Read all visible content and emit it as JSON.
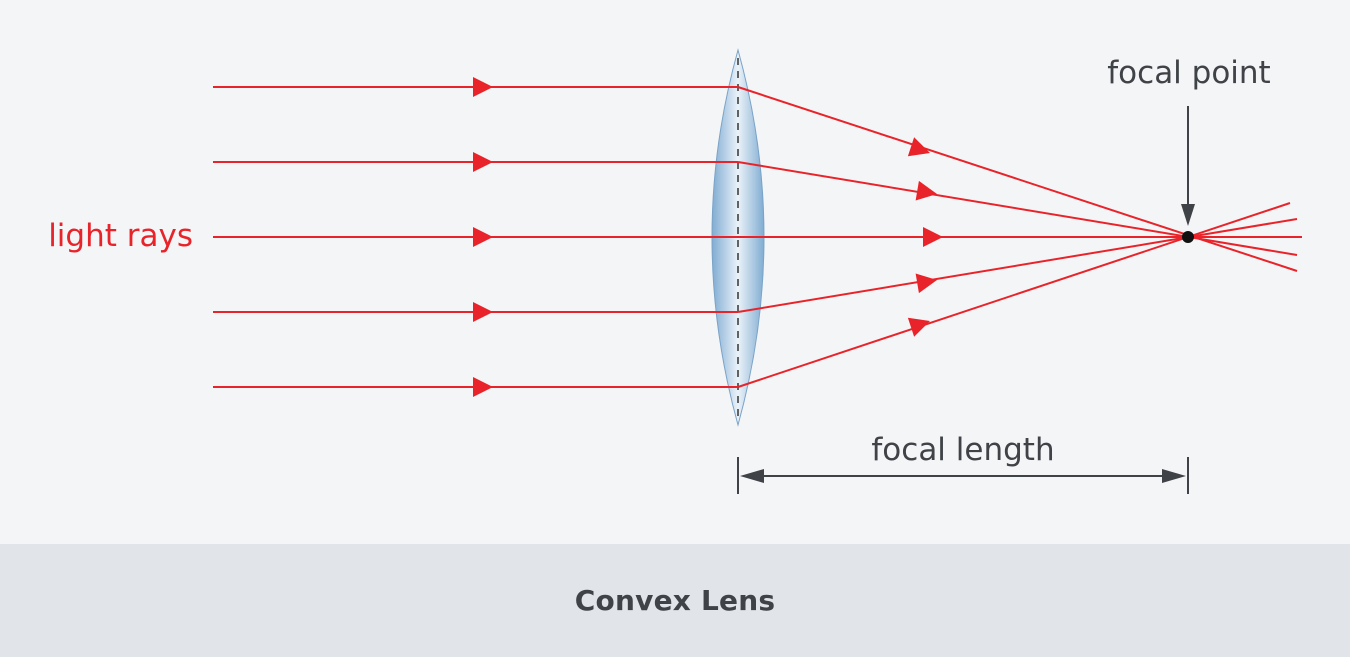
{
  "labels": {
    "light_rays": "light rays",
    "focal_point": "focal point",
    "focal_length": "focal length"
  },
  "caption": "Convex Lens",
  "colors": {
    "ray": "#e8242a",
    "text_dark": "#3f4246",
    "lens_light": "#dfeaf4",
    "lens_dark": "#7aa8d0",
    "background": "#f4f5f7",
    "caption_background": "#e1e5e9"
  },
  "ray_count": 5
}
